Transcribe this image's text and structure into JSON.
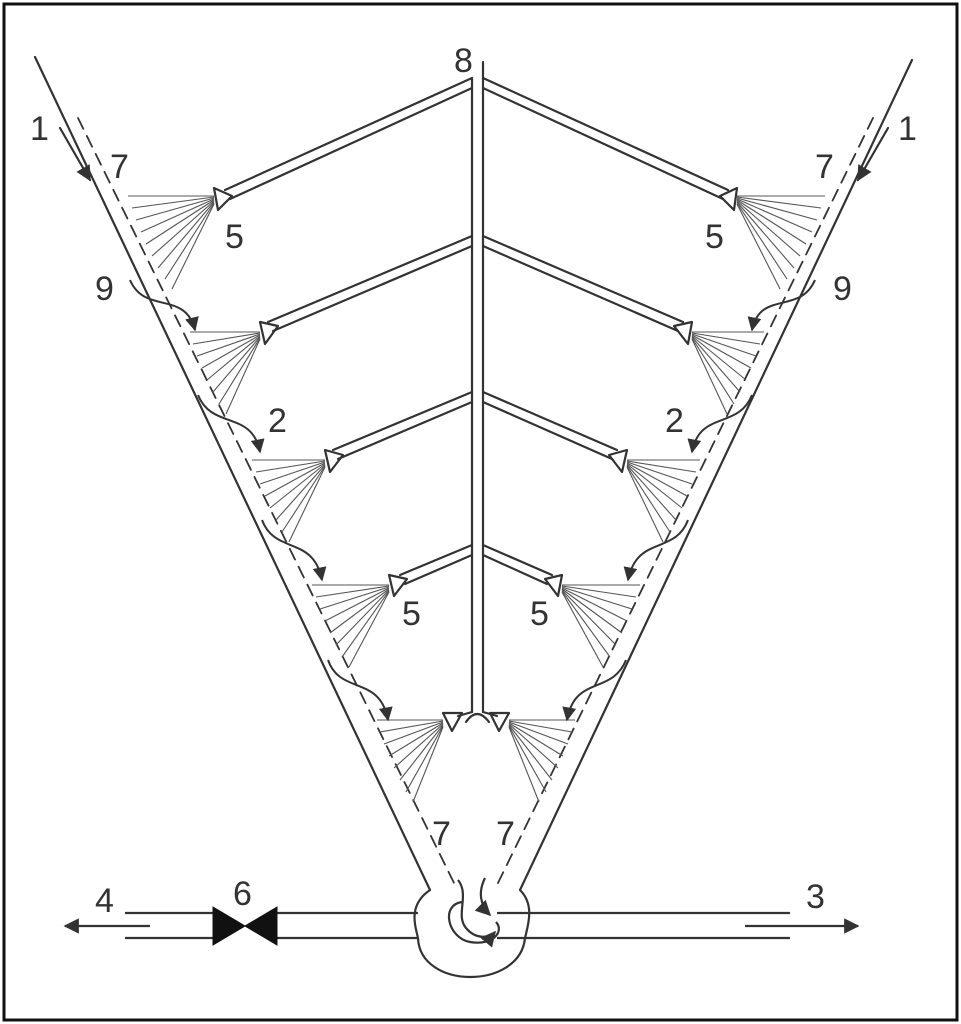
{
  "diagram": {
    "labels": {
      "n1_left": "1",
      "n1_right": "1",
      "n7_top_left": "7",
      "n7_top_right": "7",
      "n8": "8",
      "n5_top_left": "5",
      "n5_top_right": "5",
      "n9_left": "9",
      "n9_right": "9",
      "n2_left": "2",
      "n2_right": "2",
      "n5_low_left": "5",
      "n5_low_right": "5",
      "n7_bottom_left": "7",
      "n7_bottom_right": "7",
      "n4": "4",
      "n6": "6",
      "n3": "3"
    },
    "colors": {
      "stroke": "#333333",
      "background": "#ffffff",
      "valve": "#111111"
    }
  }
}
